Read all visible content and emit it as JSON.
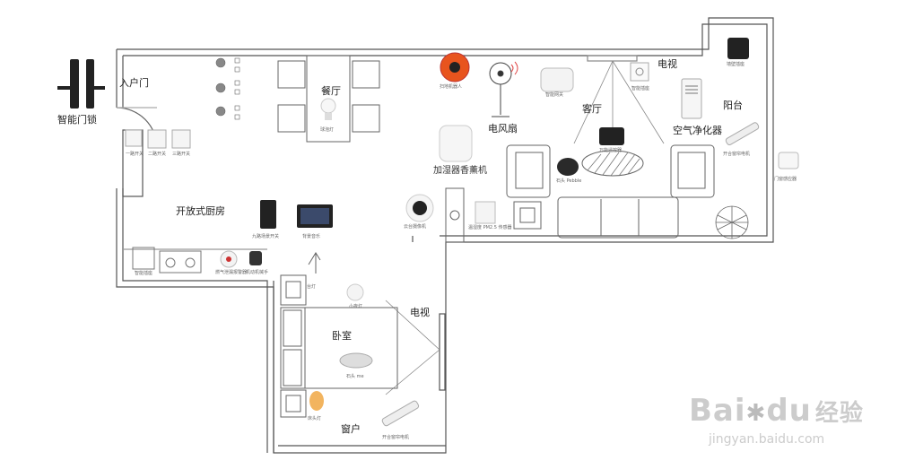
{
  "rooms": {
    "entrance": "入户门",
    "dining": "餐厅",
    "living": "客厅",
    "balcony": "阳台",
    "kitchen": "开放式厨房",
    "bedroom": "卧室",
    "window": "窗户",
    "tv_living": "电视",
    "tv_bedroom": "电视"
  },
  "devices": {
    "smart_lock": "智能门锁",
    "bulb": "球泡灯",
    "robot_vacuum": "扫地机器人",
    "fan": "电风扇",
    "gateway": "智能网关",
    "smart_socket": "智能插座",
    "air_purifier": "空气净化器",
    "curtain_motor_balcony": "开合窗帘电机",
    "door_sensor": "门窗感应器",
    "humidifier": "加湿器香薰机",
    "ir_controller": "万能遥控器",
    "speaker_pebble": "石头 Pebble",
    "camera": "云台摄像机",
    "pm25": "温湿度 PM2.5 传感器",
    "scene_switch": "九路场景开关",
    "bg_music": "背景音乐",
    "switch1": "一路开关",
    "switch2": "二路开关",
    "switch3": "三路开关",
    "smart_panel": "智能插座",
    "gas_alarm": "燃气泄漏报警器",
    "valve_arm": "机动机械手",
    "desk_lamp": "台灯",
    "night_light": "小夜灯",
    "speaker_me": "石头 me",
    "bedside_lamp": "床头灯",
    "curtain_motor_bedroom": "开合窗帘电机",
    "air_socket": "墙壁插座"
  },
  "watermark": {
    "brand": "Bai",
    "brand2": "du",
    "cn": "经验",
    "url": "jingyan.baidu.com"
  },
  "colors": {
    "wall": "#555555",
    "robot": "#e8541e",
    "fan_signal": "#e04848"
  }
}
